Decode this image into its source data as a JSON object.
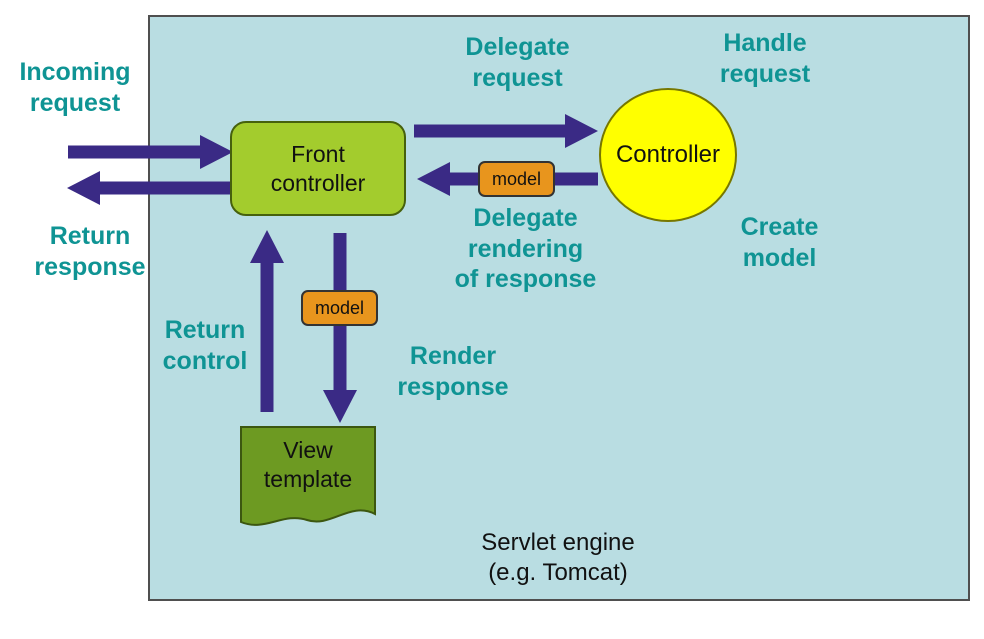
{
  "diagram": {
    "engine": {
      "label_line1": "Servlet engine",
      "label_line2": "(e.g. Tomcat)"
    },
    "nodes": {
      "front_controller": {
        "line1": "Front",
        "line2": "controller"
      },
      "controller": {
        "label": "Controller"
      },
      "view_template": {
        "line1": "View",
        "line2": "template"
      },
      "model_top": {
        "label": "model"
      },
      "model_bottom": {
        "label": "model"
      }
    },
    "labels": {
      "incoming_request": {
        "line1": "Incoming",
        "line2": "request"
      },
      "return_response": {
        "line1": "Return",
        "line2": "response"
      },
      "delegate_request": {
        "line1": "Delegate",
        "line2": "request"
      },
      "handle_request": {
        "line1": "Handle",
        "line2": "request"
      },
      "delegate_rendering": {
        "line1": "Delegate",
        "line2": "rendering",
        "line3": "of response"
      },
      "create_model": {
        "line1": "Create",
        "line2": "model"
      },
      "render_response": {
        "line1": "Render",
        "line2": "response"
      },
      "return_control": {
        "line1": "Return",
        "line2": "control"
      }
    },
    "colors": {
      "background": "#b9dde2",
      "teal_text": "#0f9494",
      "arrow": "#3a2a85",
      "front_controller_fill": "#a3cc2d",
      "controller_fill": "#ffff00",
      "model_fill": "#e8951d",
      "view_template_fill": "#6d9a22"
    }
  }
}
